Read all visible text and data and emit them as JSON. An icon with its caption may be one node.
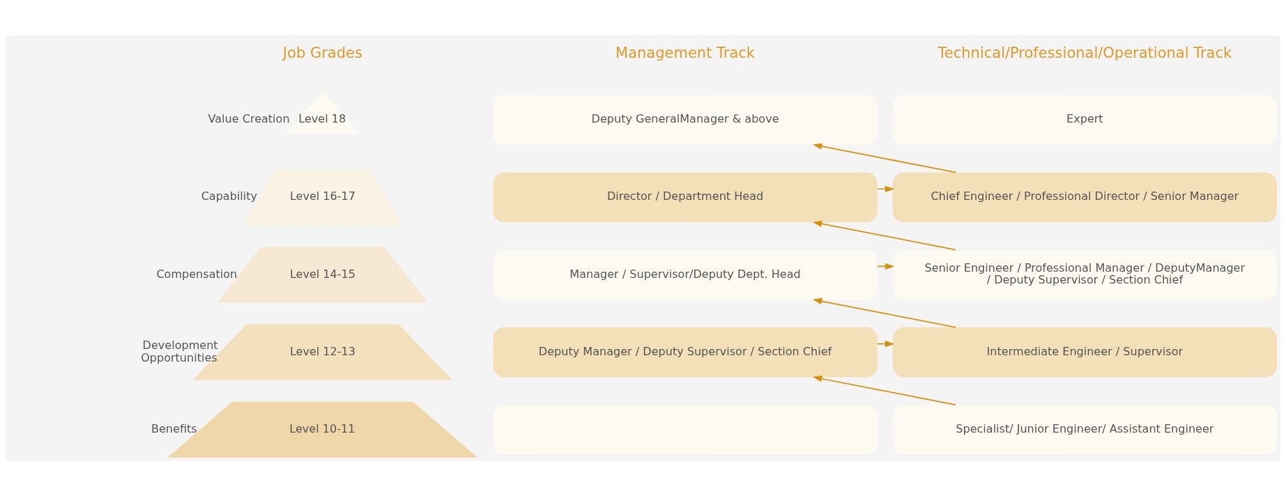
{
  "diagram": {
    "nodes": [
      {
        "text": [
          "Level 18"
        ],
        "beside": [
          "Value Creation"
        ]
      },
      {
        "text": [
          "Level 16-17"
        ],
        "beside": [
          "Capability"
        ]
      },
      {
        "text": [
          "Level 14-15"
        ],
        "beside": [
          "Compensation"
        ]
      },
      {
        "text": [
          "Level 12-13"
        ],
        "beside": [
          "Development Opportunities"
        ]
      },
      {
        "text": [
          "Level 10-11"
        ],
        "beside": [
          "Benefits"
        ]
      },
      {
        "text": [
          "Deputy GeneralManager & above"
        ]
      },
      {
        "text": [
          "Director / Department Head"
        ]
      },
      {
        "text": [
          "Manager / Supervisor/Deputy Dept. Head"
        ]
      },
      {
        "text": [
          "Deputy Manager / Deputy Supervisor / Section Chief"
        ]
      },
      {
        "text": [],
        "shape": "box"
      },
      {
        "text": [
          "Expert"
        ]
      },
      {
        "text": [
          "Chief Engineer / Professional Director / Senior Manager"
        ]
      },
      {
        "text": [
          "Senior Engineer / Professional Manager / DeputyManager / Deputy Supervisor / Section Chief"
        ]
      },
      {
        "text": [
          "Intermediate Engineer / Supervisor"
        ]
      },
      {
        "text": [
          "Specialist/ Junior Engineer/ Assistant Engineer"
        ]
      }
    ],
    "edges": [
      {
        "from": 11,
        "to": 5,
        "arrow": "to"
      },
      {
        "from": 6,
        "to": 11,
        "arrow": "to"
      },
      {
        "from": 12,
        "to": 6,
        "arrow": "to"
      },
      {
        "from": 7,
        "to": 12,
        "arrow": "to"
      },
      {
        "from": 13,
        "to": 7,
        "arrow": "to"
      },
      {
        "from": 8,
        "to": 13,
        "arrow": "to"
      },
      {
        "from": 14,
        "to": 8,
        "arrow": "to"
      }
    ],
    "labels": [
      "Job Grades",
      "Management Track",
      "Technical/Professional/Operational Track"
    ]
  }
}
